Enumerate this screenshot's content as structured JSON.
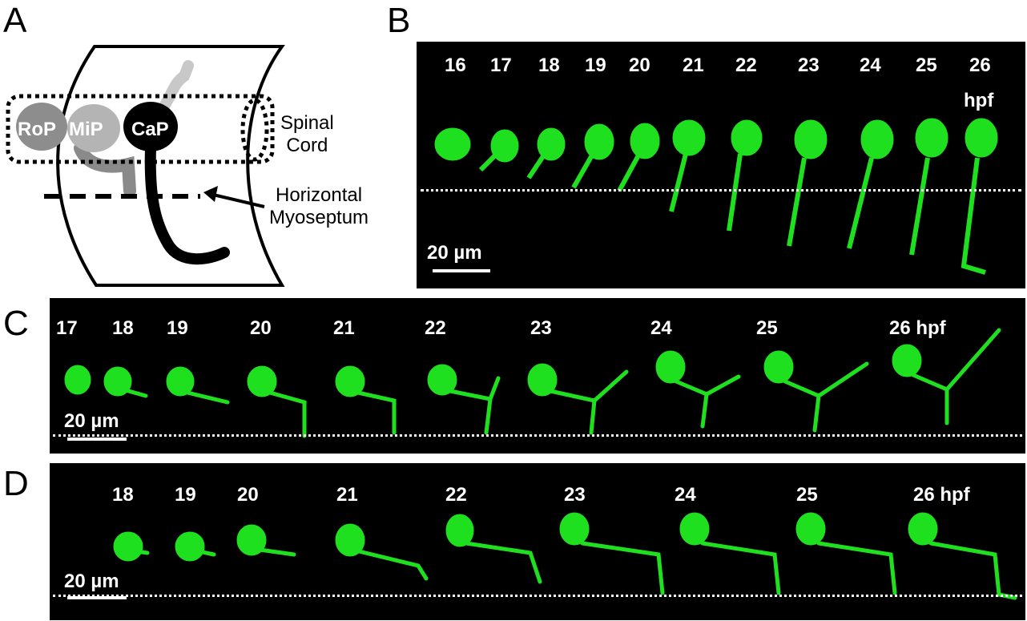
{
  "panels": {
    "a": {
      "letter": "A"
    },
    "b": {
      "letter": "B",
      "times": [
        "16",
        "17",
        "18",
        "19",
        "20",
        "21",
        "22",
        "23",
        "24",
        "25",
        "26"
      ],
      "unit": "hpf",
      "scale": "20 µm"
    },
    "c": {
      "letter": "C",
      "times": [
        "17",
        "18",
        "19",
        "20",
        "21",
        "22",
        "23",
        "24",
        "25",
        "26 hpf"
      ],
      "scale": "20 µm"
    },
    "d": {
      "letter": "D",
      "times": [
        "18",
        "19",
        "20",
        "21",
        "22",
        "23",
        "24",
        "25",
        "26 hpf"
      ],
      "scale": "20 µm"
    }
  },
  "diagram": {
    "neurons": [
      "RoP",
      "MiP",
      "CaP"
    ],
    "spinal_cord": "Spinal\nCord",
    "horizontal_myoseptum": "Horizontal\nMyoseptum"
  },
  "colors": {
    "neuron_green": "#1fe01f",
    "background": "#000000"
  }
}
